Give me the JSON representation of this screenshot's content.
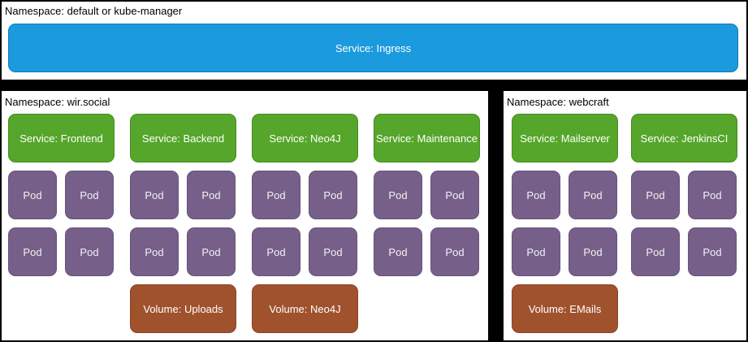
{
  "colors": {
    "ingress_blue": "#1c9ade",
    "service_green": "#56a62b",
    "pod_purple": "#76608a",
    "volume_brown": "#a0522d",
    "panel_background": "#ffffff",
    "panel_border": "#000000",
    "page_background": "#000000",
    "node_text": "#ffffff",
    "label_text": "#000000"
  },
  "namespaces": [
    {
      "label": "Namespace: default or kube-manager",
      "service": "Service: Ingress"
    },
    {
      "label": "Namespace: wir.social",
      "groups": [
        {
          "service": "Service: Frontend",
          "pods": [
            "Pod",
            "Pod",
            "Pod",
            "Pod"
          ]
        },
        {
          "service": "Service: Backend",
          "pods": [
            "Pod",
            "Pod",
            "Pod",
            "Pod"
          ],
          "volume": "Volume: Uploads"
        },
        {
          "service": "Service: Neo4J",
          "pods": [
            "Pod",
            "Pod",
            "Pod",
            "Pod"
          ],
          "volume": "Volume: Neo4J"
        },
        {
          "service": "Service: Maintenance",
          "pods": [
            "Pod",
            "Pod",
            "Pod",
            "Pod"
          ]
        }
      ]
    },
    {
      "label": "Namespace: webcraft",
      "groups": [
        {
          "service": "Service: Mailserver",
          "pods": [
            "Pod",
            "Pod",
            "Pod",
            "Pod"
          ],
          "volume": "Volume: EMails"
        },
        {
          "service": "Service: JenkinsCI",
          "pods": [
            "Pod",
            "Pod",
            "Pod",
            "Pod"
          ]
        }
      ]
    }
  ]
}
